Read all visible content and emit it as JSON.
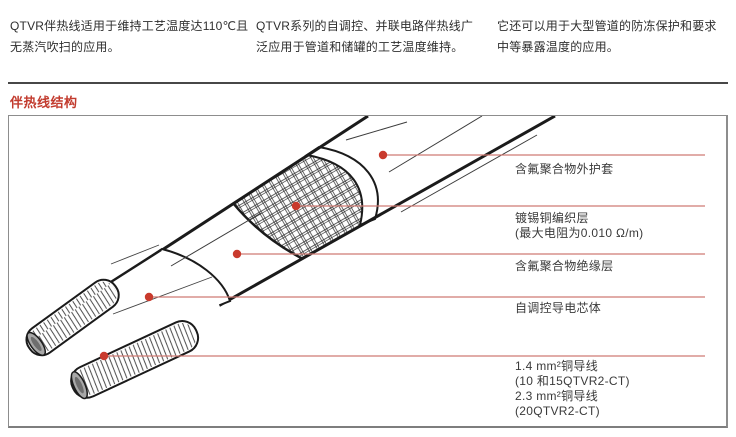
{
  "intro": {
    "col1": {
      "line1": "QTVR伴热线适用于维持工艺温度达110℃且",
      "line2": "无蒸汽吹扫的应用。"
    },
    "col2": {
      "line1": "QTVR系列的自调控、并联电路伴热线广",
      "line2": "泛应用于管道和储罐的工艺温度维持。"
    },
    "col3": {
      "line1": "它还可以用于大型管道的防冻保护和要求",
      "line2": "中等暴露温度的应用。"
    }
  },
  "section": {
    "title": "伴热线结构"
  },
  "diagram": {
    "labels": {
      "jacket": {
        "line1": "含氟聚合物外护套"
      },
      "braid": {
        "line1": "镀锡铜编织层",
        "line2": "(最大电阻为0.010 Ω/m)"
      },
      "insulation": {
        "line1": "含氟聚合物绝缘层"
      },
      "core": {
        "line1": "自调控导电芯体"
      },
      "buswire": {
        "line1": "1.4 mm²铜导线",
        "line2": "(10 和15QTVR2-CT)",
        "line3": "2.3 mm²铜导线",
        "line4": "(20QTVR2-CT)"
      }
    },
    "colors": {
      "accent_red": "#c23b2e",
      "dot_red": "#c93a2d",
      "leader_red": "#cf7b73",
      "line_black": "#1b1b1b"
    }
  }
}
